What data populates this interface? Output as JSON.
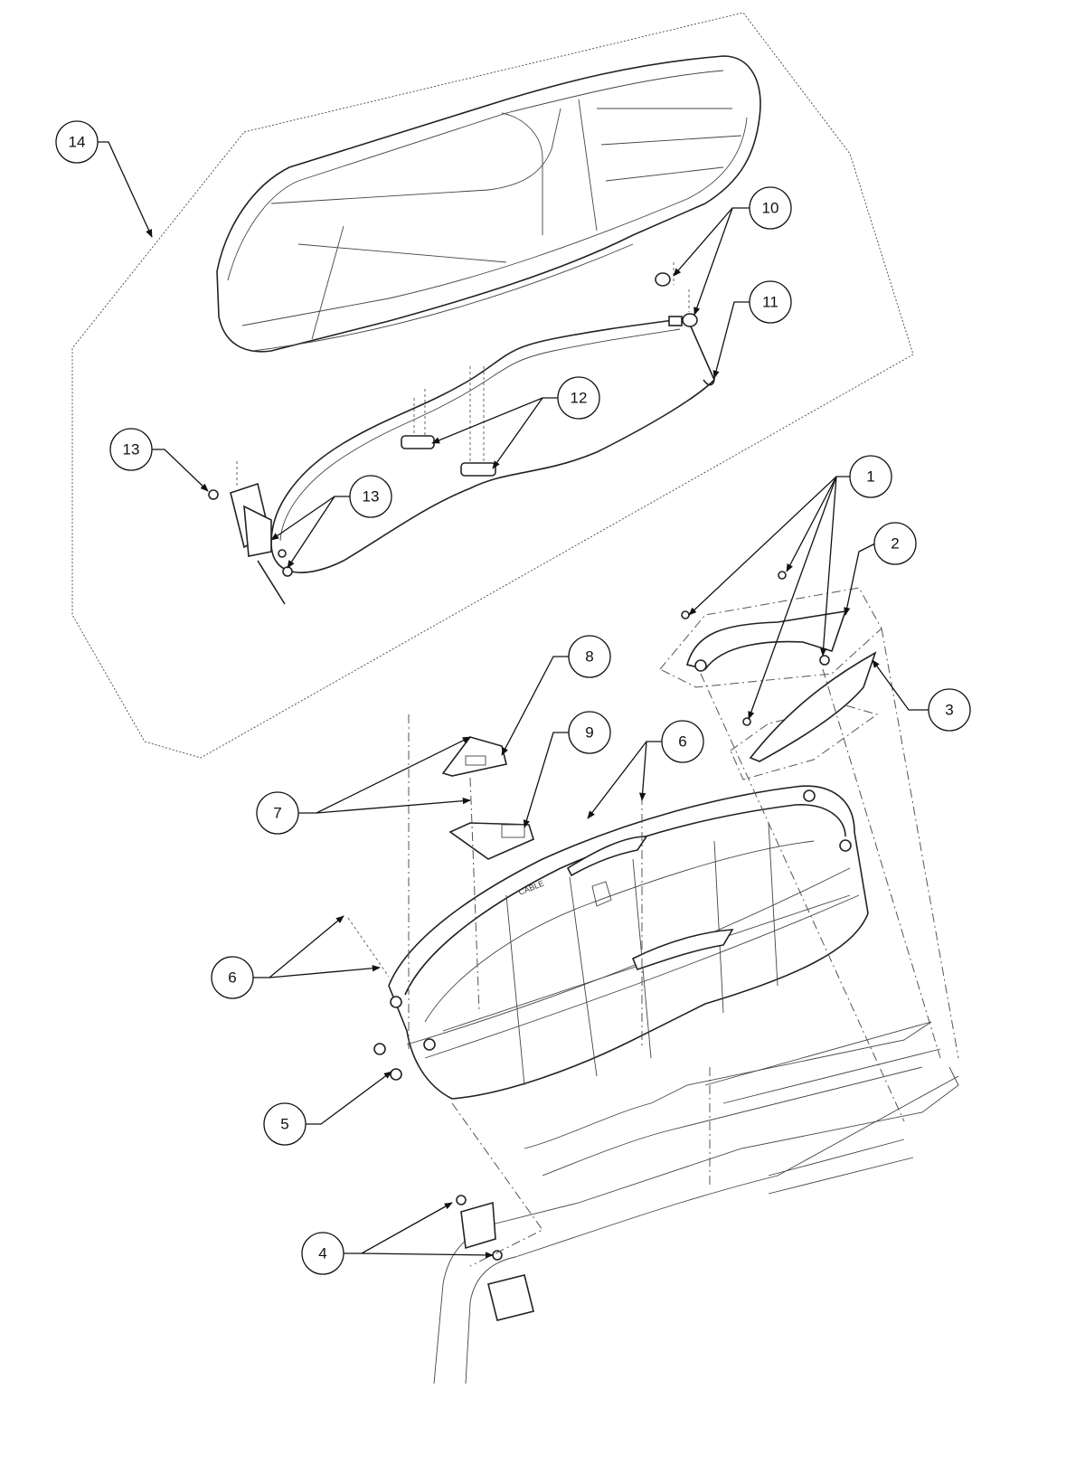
{
  "diagram": {
    "type": "exploded-parts-diagram",
    "tray_marking": "CABLE",
    "callouts": [
      {
        "id": "c14",
        "label": "14"
      },
      {
        "id": "c10",
        "label": "10"
      },
      {
        "id": "c11",
        "label": "11"
      },
      {
        "id": "c12",
        "label": "12"
      },
      {
        "id": "c13a",
        "label": "13"
      },
      {
        "id": "c13b",
        "label": "13"
      },
      {
        "id": "c1",
        "label": "1"
      },
      {
        "id": "c2",
        "label": "2"
      },
      {
        "id": "c3",
        "label": "3"
      },
      {
        "id": "c8",
        "label": "8"
      },
      {
        "id": "c9",
        "label": "9"
      },
      {
        "id": "c6a",
        "label": "6"
      },
      {
        "id": "c7",
        "label": "7"
      },
      {
        "id": "c6b",
        "label": "6"
      },
      {
        "id": "c5",
        "label": "5"
      },
      {
        "id": "c4",
        "label": "4"
      }
    ]
  }
}
